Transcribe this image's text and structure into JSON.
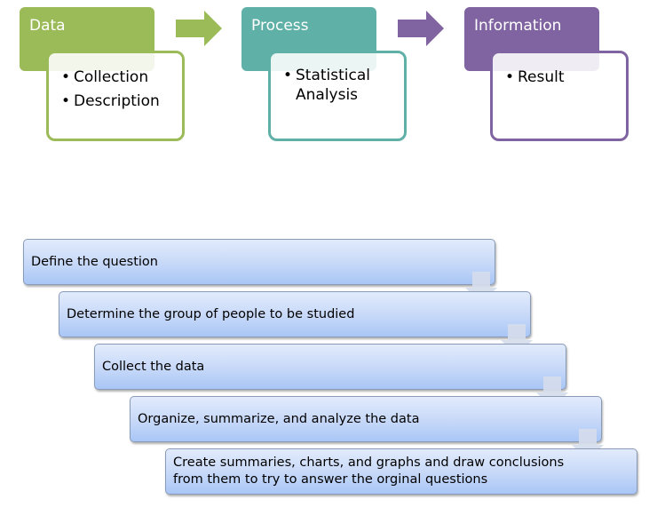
{
  "stages": [
    {
      "title": "Data",
      "items": [
        "Collection",
        "Description"
      ],
      "color": "#9bbb59",
      "arrow_color": "#9bbb59"
    },
    {
      "title": "Process",
      "items": [
        "Statistical Analysis"
      ],
      "color": "#5fb0a6",
      "arrow_color": "#8064a2"
    },
    {
      "title": "Information",
      "items": [
        "Result"
      ],
      "color": "#8064a2"
    }
  ],
  "process_steps": [
    "Define the question",
    "Determine the group of people to be studied",
    "Collect the data",
    "Organize, summarize, and analyze the data",
    "Create summaries, charts, and graphs and draw conclusions from them to try to answer the orginal questions"
  ],
  "step_lines": {
    "last_line1": "Create summaries, charts, and graphs and draw conclusions",
    "last_line2": "from them to try to answer the orginal questions"
  }
}
